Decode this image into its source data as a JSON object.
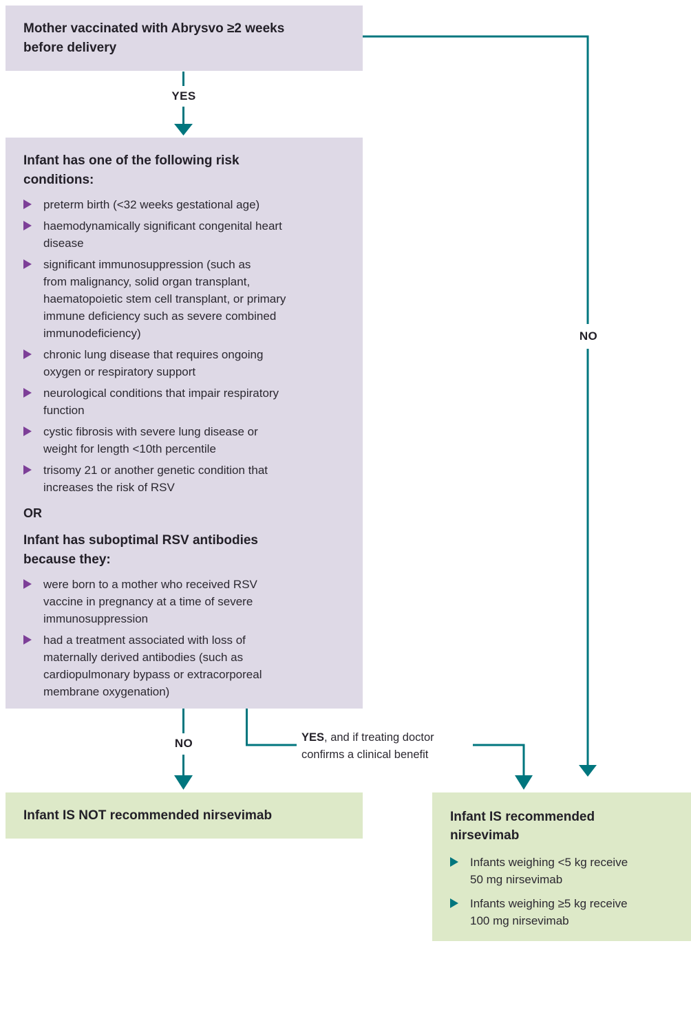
{
  "colors": {
    "teal": "#00767e",
    "lavender": "#ded9e6",
    "green": "#dde9c8",
    "purple": "#7d3f98",
    "text": "#2b2830"
  },
  "top_box": {
    "text": "Mother vaccinated with Abrysvo ≥2 weeks\nbefore delivery"
  },
  "labels": {
    "yes_top": "YES",
    "no_right": "NO",
    "no_bottom": "NO",
    "yes_bottom_bold": "YES",
    "yes_bottom_rest": ", and if treating doctor\nconfirms a clinical benefit"
  },
  "risk_box": {
    "heading": "Infant has one of the following risk\nconditions:",
    "bullets": [
      "preterm birth (<32 weeks gestational age)",
      "haemodynamically significant congenital heart\ndisease",
      "significant immunosuppression (such as\nfrom malignancy, solid organ transplant,\nhaematopoietic stem cell transplant, or primary\nimmune deficiency such as severe combined\nimmunodeficiency)",
      "chronic lung disease that requires ongoing\noxygen or respiratory support",
      "neurological conditions that impair respiratory\nfunction",
      "cystic fibrosis with severe lung disease or\nweight for length <10th percentile",
      "trisomy 21 or another genetic condition that\nincreases the risk of RSV"
    ],
    "or_label": "OR",
    "subheading": "Infant has suboptimal RSV antibodies\nbecause they:",
    "antibody_bullets": [
      "were born to a mother who received RSV\nvaccine in pregnancy at a time of severe\nimmunosuppression",
      "had a treatment associated with loss of\nmaternally derived antibodies (such as\ncardiopulmonary bypass or extracorporeal\nmembrane oxygenation)"
    ]
  },
  "not_recommended_box": {
    "text": "Infant IS NOT recommended nirsevimab"
  },
  "recommended_box": {
    "heading": "Infant IS recommended\nnirsevimab",
    "bullets": [
      "Infants weighing <5 kg receive\n50 mg nirsevimab",
      "Infants weighing ≥5 kg receive\n100 mg nirsevimab"
    ]
  }
}
